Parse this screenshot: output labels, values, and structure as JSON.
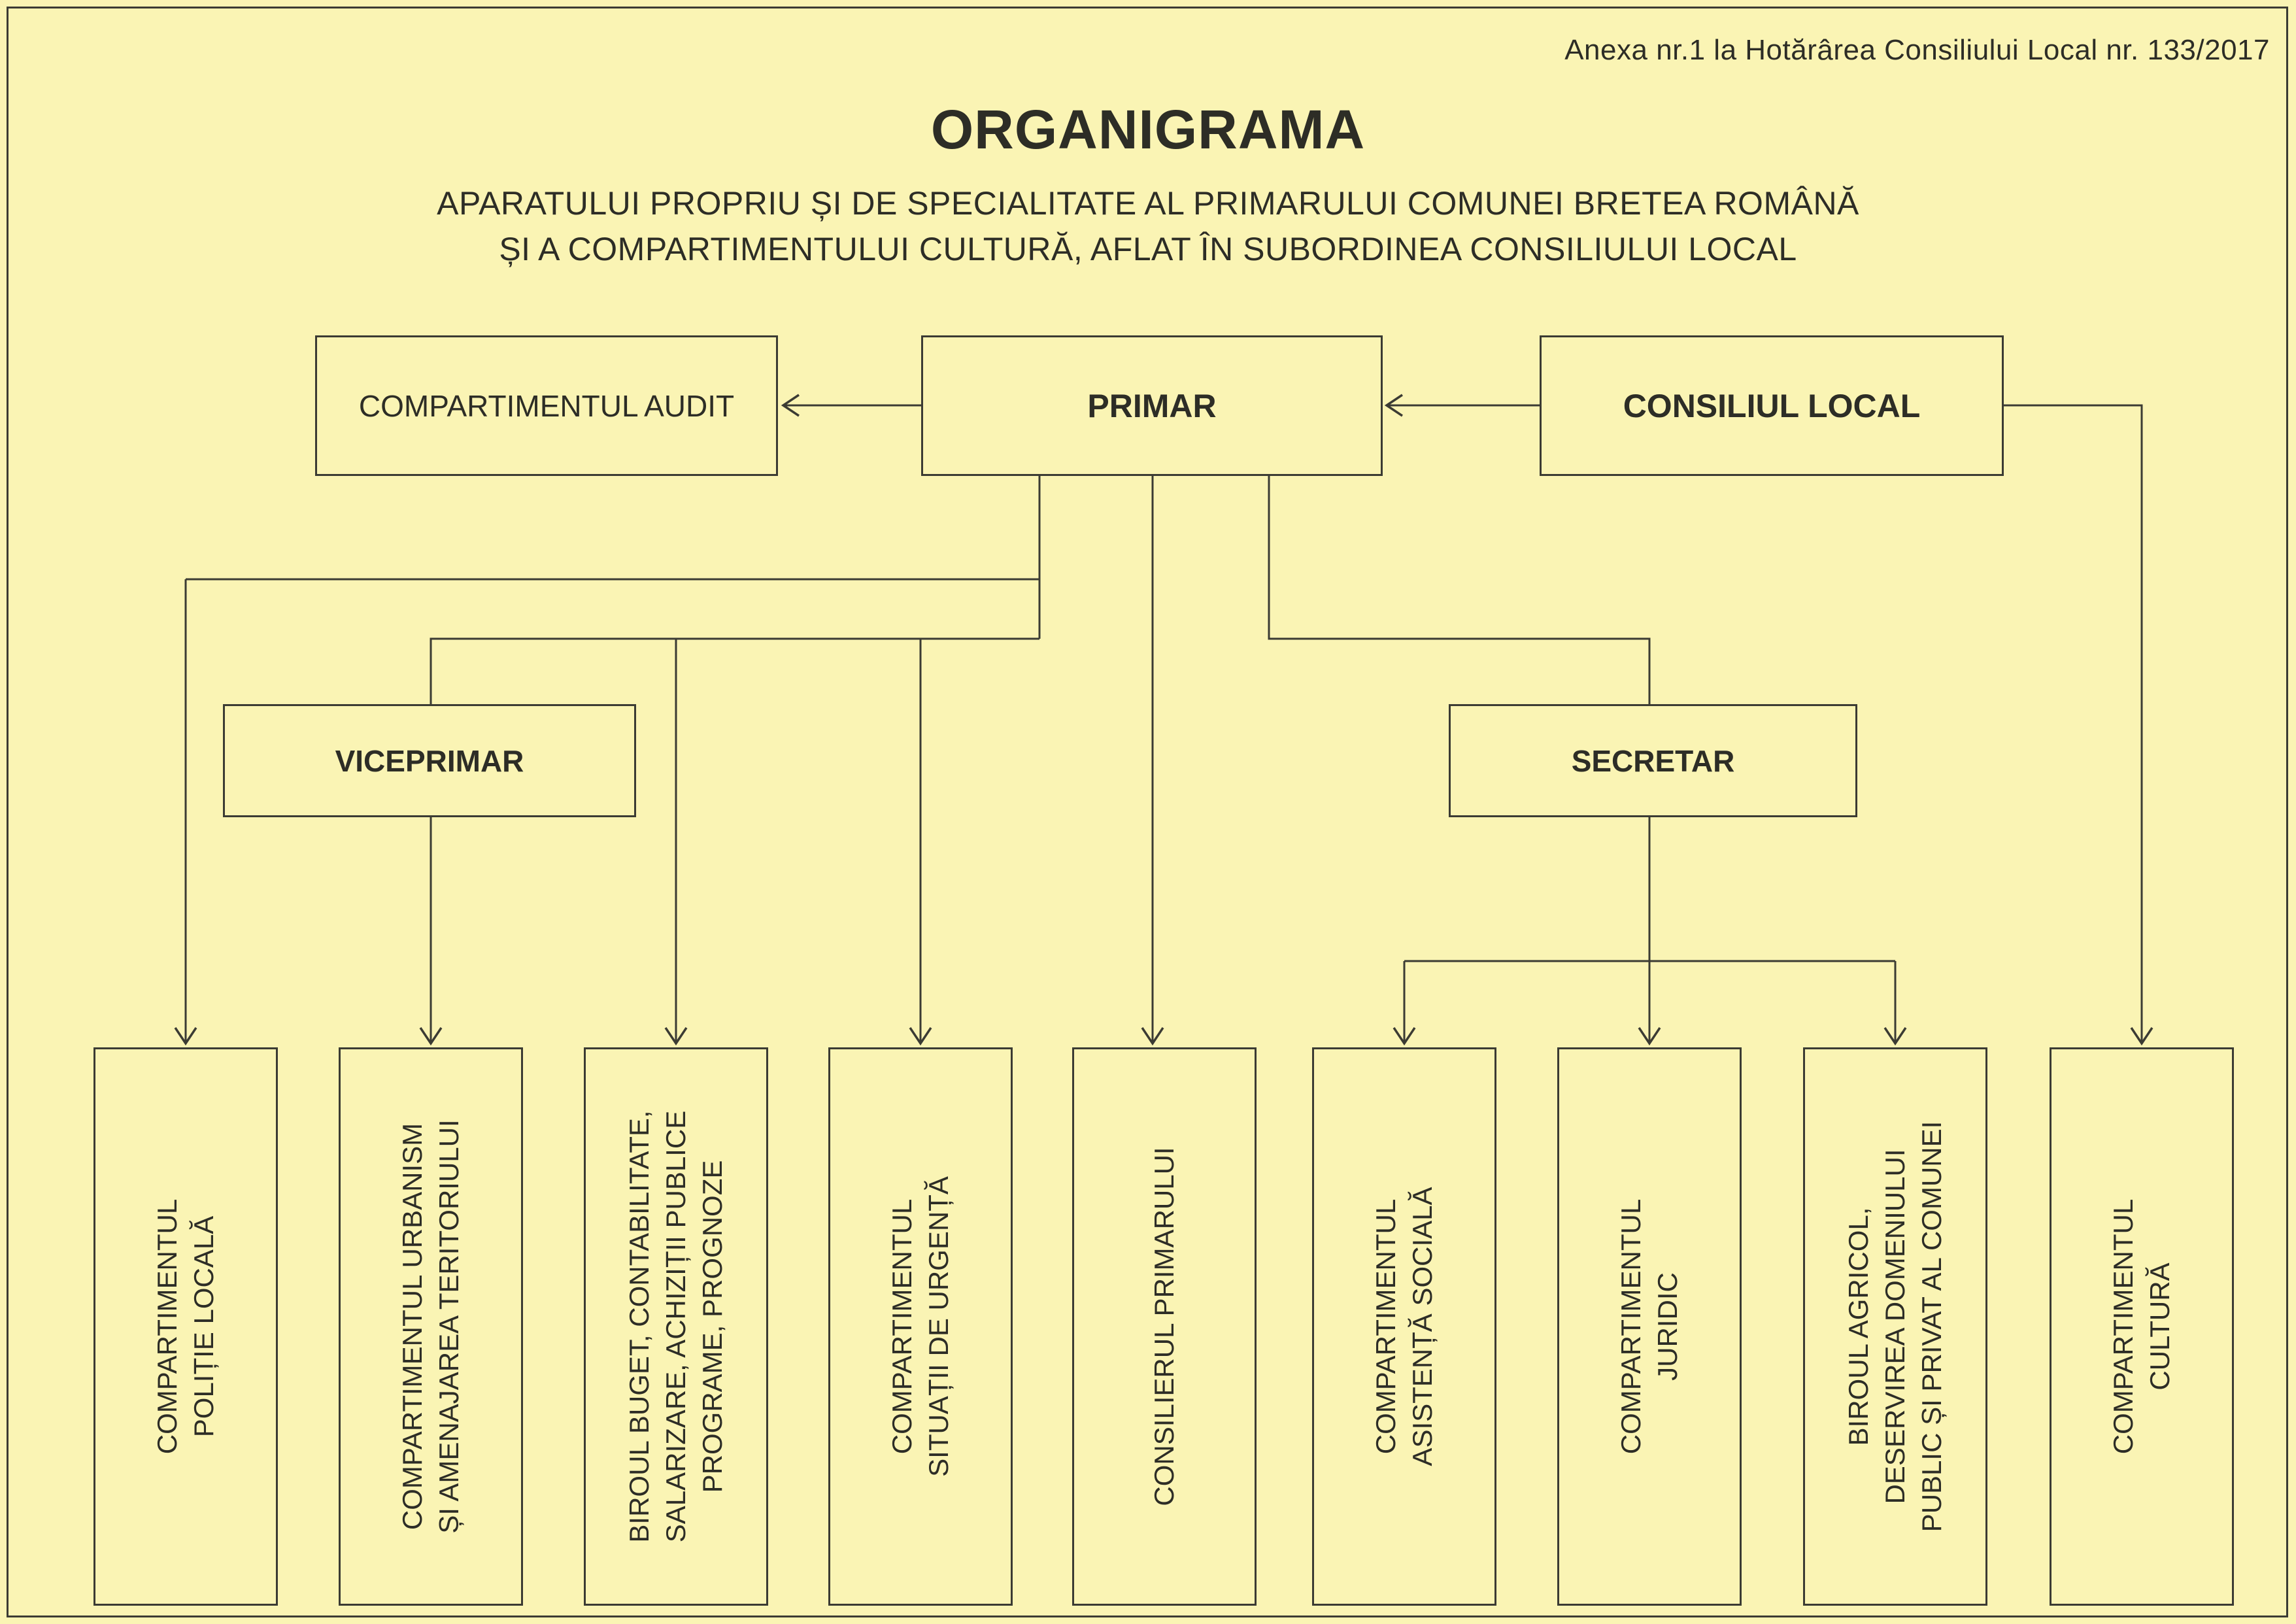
{
  "page": {
    "annotation": "Anexa nr.1 la Hotărârea Consiliului Local nr. 133/2017",
    "title": "ORGANIGRAMA",
    "subtitle_line1": "APARATULUI PROPRIU ȘI DE SPECIALITATE AL PRIMARULUI COMUNEI BRETEA ROMÂNĂ",
    "subtitle_line2": "ȘI A COMPARTIMENTULUI CULTURĂ, AFLAT ÎN SUBORDINEA CONSILIULUI LOCAL",
    "colors": {
      "background": "#FAF4B4",
      "line": "#3B3B33",
      "text": "#2D2D26"
    }
  },
  "nodes": {
    "audit": "COMPARTIMENTUL AUDIT",
    "primar": "PRIMAR",
    "consiliul_local": "CONSILIUL LOCAL",
    "viceprimar": "VICEPRIMAR",
    "secretar": "SECRETAR",
    "departments": [
      {
        "label": "COMPARTIMENTUL\nPOLIȚIE LOCALĂ"
      },
      {
        "label": "COMPARTIMENTUL URBANISM\nȘI AMENAJAREA TERITORIULUI"
      },
      {
        "label": "BIROUL BUGET, CONTABILITATE,\nSALARIZARE, ACHIZIȚII PUBLICE\nPROGRAME, PROGNOZE"
      },
      {
        "label": "COMPARTIMENTUL\nSITUAȚII DE URGENȚĂ"
      },
      {
        "label": "CONSILIERUL PRIMARULUI"
      },
      {
        "label": "COMPARTIMENTUL\nASISTENȚĂ SOCIALĂ"
      },
      {
        "label": "COMPARTIMENTUL\nJURIDIC"
      },
      {
        "label": "BIROUL AGRICOL,\nDESERVIREA DOMENIULUI\nPUBLIC ȘI PRIVAT AL COMUNEI"
      },
      {
        "label": "COMPARTIMENTUL\nCULTURĂ"
      }
    ]
  }
}
